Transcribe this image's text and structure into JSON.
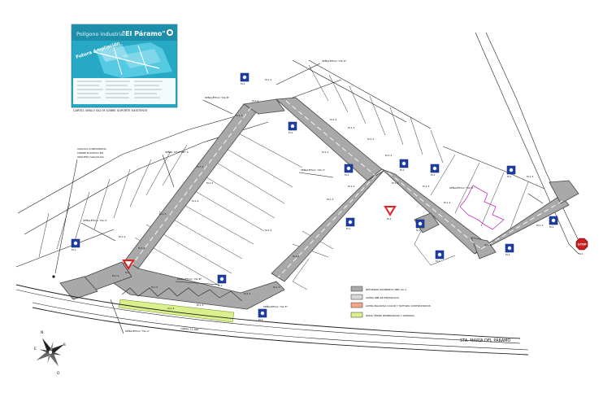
{
  "poster": {
    "title_prefix": "Polígono Industrial",
    "title_name": "\"El Páramo\"",
    "area_label": "Futura Ampliación",
    "caption": "CARTEL VINILO 3X2 M SOBRE SOPORTE EXISTENTE",
    "colors": {
      "bg": "#27a9c6",
      "band": "#ffffff",
      "water": "#5fd0e6"
    }
  },
  "callouts": {
    "fence": [
      "VALVULA CONFLUENCIA",
      "CIERRE ELÁSTICO EN",
      "ARQUETA (VALVULAS)"
    ],
    "pass": "SEÑAL STOP REF. S",
    "top": "SEÑALÉTICA \"VIA D\"",
    "mid_top": "SEÑALÉTICA \"VIA B\"",
    "left": "SEÑALÉTICA \"VIA A\"",
    "center": "SEÑALÉTICA \"VIA C\"",
    "right": "SEÑALÉTICA \"VIA D\"",
    "lower": "SEÑALÉTICA \"VIA B\"",
    "lower2": "SEÑALÉTICA \"VIA E\"",
    "bottom": "SEÑALÉTICA \"VIA A\""
  },
  "signs": {
    "blue_icon": "parking-sign-icon",
    "yield_icon": "yield-triangle-icon",
    "stop_icon": "stop-octagon-icon",
    "stop_text": "STOP",
    "code_label": "M-1",
    "colors": {
      "blue": "#1f3fa8",
      "yield": "#e02020",
      "stop": "#c81e1e"
    }
  },
  "road_labels": {
    "r1": "M-1.2",
    "r2": "M-1.4",
    "r3": "M-1.3",
    "r4": "M-1.2",
    "r5": "M-1.5",
    "r6": "M-1.4",
    "r7": "M-1.3",
    "r8": "M-1.2",
    "r9": "M-1.3",
    "r10": "M-1.4",
    "r11": "M-1.5",
    "r12": "M-1.4",
    "r13": "M-1.3",
    "r14": "M-1.2",
    "r15": "M-1.3",
    "r16": "M-1.4",
    "r17": "M-1.2",
    "r18": "M-1.3",
    "r19": "M-1.4",
    "r20": "M-1.3",
    "r21": "M-1.2",
    "r22": "M-1.3",
    "r23": "M-1.3",
    "r24": "M-1.4",
    "r25": "M-1.4",
    "r26": "M-1.3",
    "r27": "M-1.2",
    "r28": "M-1.4",
    "r29": "M-1.5",
    "r30": "M-1.3"
  },
  "legend": {
    "items": [
      {
        "label": "REFUERZO PAVIMENTO MBC AC-1",
        "color": "#a9a9a9"
      },
      {
        "label": "ACERA IMB-28 PINTADA/DO",
        "color": "#d9d9d9"
      },
      {
        "label": "ACERA BALDOSA COLOR Y TAPTILPA CONTRASTADOS",
        "color": "#f4a58a"
      },
      {
        "label": "ZONA VERDE DESBROZADA Y LIMPIADA",
        "color": "#d9f08c"
      }
    ]
  },
  "street_label": "STA. MARÍA DEL PÁRAMO",
  "rail_label": "CARRIL 11.000",
  "compass": {
    "n": "N",
    "s": "S",
    "e": "E",
    "o": "O",
    "icon": "compass-rose-icon"
  },
  "colors": {
    "road": "#a9a9a9",
    "green_strip": "#d9f08c",
    "lot_outline": "#333333",
    "building": "#c030c0"
  }
}
